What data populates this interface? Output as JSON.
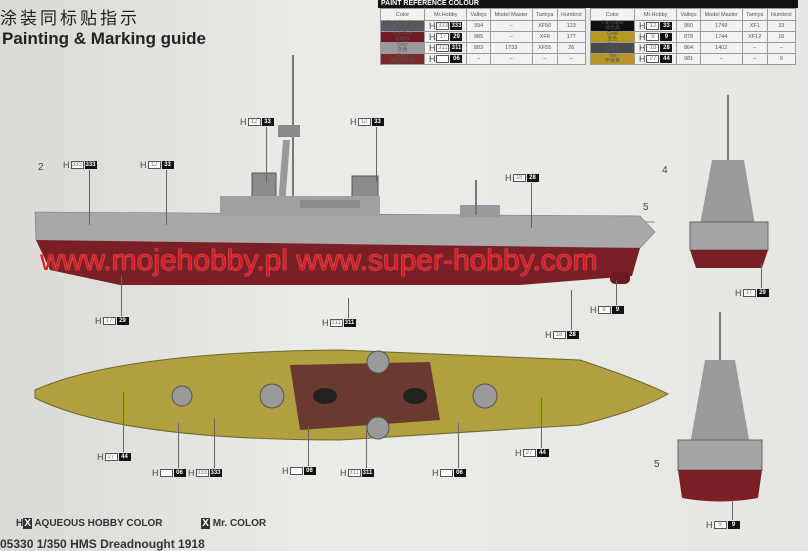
{
  "header": {
    "title_cn": "涂装同标贴指示",
    "title_en": "Painting & Marking guide"
  },
  "paint_reference": {
    "title": "PAINT  REFERENCE COLOUR",
    "columns": [
      "Color",
      "Mr.Hobby",
      "Vallejo",
      "Model Master",
      "Tamiya",
      "Humbrol"
    ],
    "left_rows": [
      {
        "color": "Dark Sea Grey",
        "color_cn": "深海灰",
        "swatch": "#5a5860",
        "h": "333",
        "mr": "333",
        "vallejo": "994",
        "model_master": "–",
        "tamiya": "XF50",
        "humbrol": "123"
      },
      {
        "color": "Hull Red",
        "color_cn": "船底红",
        "swatch": "#6e1c22",
        "h": "17",
        "mr": "29",
        "vallejo": "985",
        "model_master": "–",
        "tamiya": "XF9",
        "humbrol": "177"
      },
      {
        "color": "Grey",
        "color_cn": "灰色",
        "swatch": "#9a9a9a",
        "h": "311",
        "mr": "311",
        "vallejo": "883",
        "model_master": "1733",
        "tamiya": "XF55",
        "humbrol": "26"
      },
      {
        "color": "Deck",
        "color_cn": "油毡甲板色",
        "swatch": "#7a2a2a",
        "h": "",
        "mr": "06",
        "vallejo": "–",
        "model_master": "–",
        "tamiya": "–",
        "humbrol": "–"
      }
    ],
    "right_rows": [
      {
        "color": "Flat Black",
        "color_cn": "消光黑",
        "swatch": "#111111",
        "h": "12",
        "mr": "33",
        "vallejo": "950",
        "model_master": "1749",
        "tamiya": "XF1",
        "humbrol": "33"
      },
      {
        "color": "Gold",
        "color_cn": "金色",
        "swatch": "#b89a20",
        "h": "9",
        "mr": "9",
        "vallejo": "878",
        "model_master": "1744",
        "tamiya": "XF12",
        "humbrol": "16"
      },
      {
        "color": "Steel",
        "color_cn": "钢铁色",
        "swatch": "#4a4a4a",
        "h": "18",
        "mr": "28",
        "vallejo": "864",
        "model_master": "1402",
        "tamiya": "–",
        "humbrol": "–"
      },
      {
        "color": "Tan",
        "color_cn": "甲板黄",
        "swatch": "#b8962a",
        "h": "27",
        "mr": "44",
        "vallejo": "981",
        "model_master": "–",
        "tamiya": "–",
        "humbrol": "9"
      }
    ]
  },
  "callouts": [
    {
      "h": "12",
      "mr": "33"
    },
    {
      "h": "12",
      "mr": "33"
    },
    {
      "h": "333",
      "mr": "333"
    },
    {
      "h": "12",
      "mr": "33"
    },
    {
      "h": "18",
      "mr": "28"
    },
    {
      "h": "17",
      "mr": "29"
    },
    {
      "h": "311",
      "mr": "311"
    },
    {
      "h": "18",
      "mr": "28"
    },
    {
      "h": "9",
      "mr": "9"
    },
    {
      "h": "17",
      "mr": "29"
    },
    {
      "h": "27",
      "mr": "44"
    },
    {
      "h": "27",
      "mr": "44"
    },
    {
      "h": "",
      "mr": "06"
    },
    {
      "h": "333",
      "mr": "333"
    },
    {
      "h": "",
      "mr": "06"
    },
    {
      "h": "311",
      "mr": "311"
    },
    {
      "h": "",
      "mr": "06"
    },
    {
      "h": "9",
      "mr": "9"
    }
  ],
  "h_prefix": "H",
  "marking_numbers": [
    "2",
    "4",
    "5",
    "5"
  ],
  "watermark": "www.mojehobby.pl www.super-hobby.com",
  "legend": {
    "aqueous": "AQUEOUS HOBBY COLOR",
    "mr_color": "Mr. COLOR",
    "h_box": "H",
    "x_box": "X"
  },
  "footer": "05330  1/350  HMS Dreadnought 1918",
  "colors": {
    "hull_red": "#7a1f25",
    "hull_grey": "#a4a4a6",
    "deck_tan": "#b0a040",
    "linoleum": "#6a3a30",
    "watermark": "#e8141a"
  }
}
